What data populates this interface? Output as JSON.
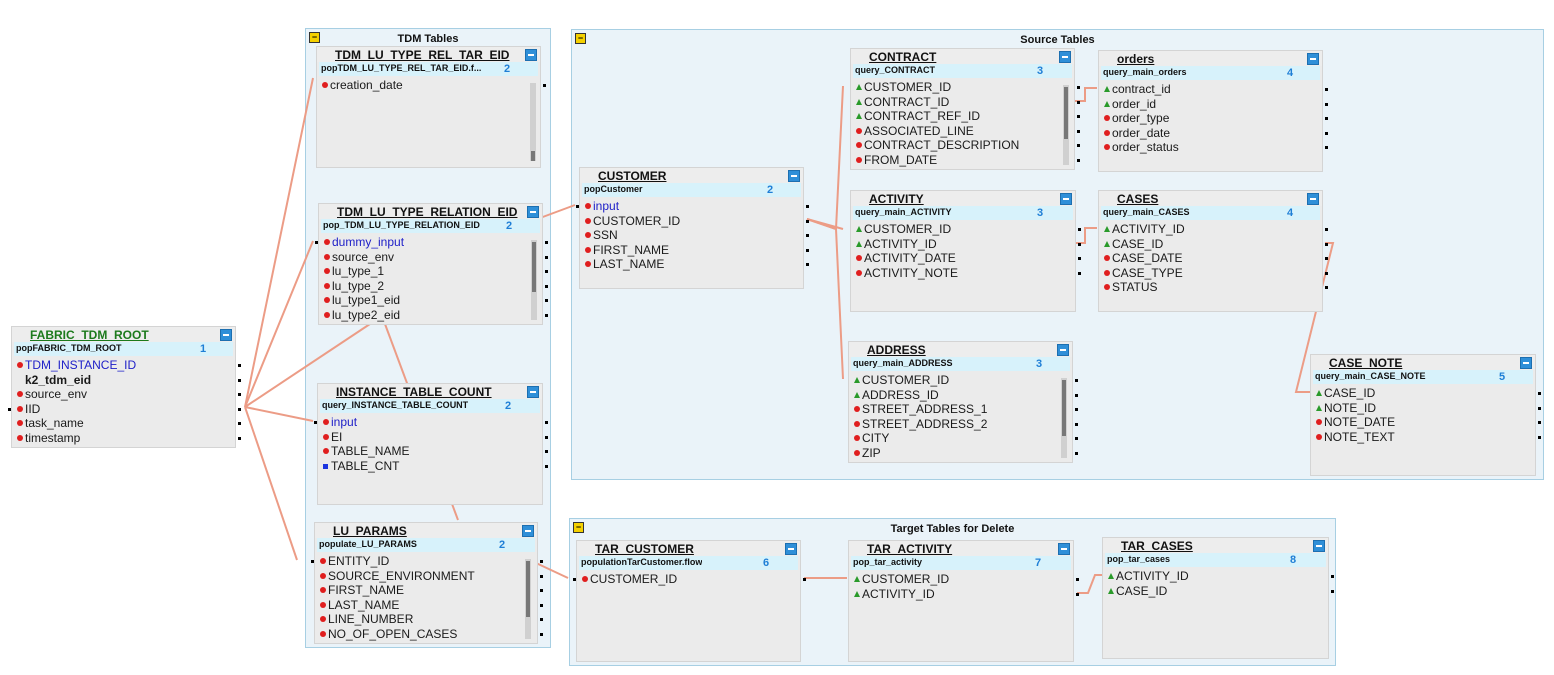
{
  "groups": {
    "tdm_tables": "TDM Tables",
    "source_tables": "Source Tables",
    "target_tables": "Target Tables for Delete"
  },
  "tables": {
    "fabric_tdm_root": {
      "name": "FABRIC_TDM_ROOT",
      "pop": "popFABRIC_TDM_ROOT",
      "num": "1",
      "fields": [
        {
          "label": "TDM_INSTANCE_ID",
          "bullet": "red",
          "style": "blue"
        },
        {
          "label": "k2_tdm_eid",
          "bullet": "none",
          "style": "bold"
        },
        {
          "label": "source_env",
          "bullet": "red"
        },
        {
          "label": "IID",
          "bullet": "red"
        },
        {
          "label": "task_name",
          "bullet": "red"
        },
        {
          "label": "timestamp",
          "bullet": "red"
        }
      ]
    },
    "tdm_lu_type_rel_tar_eid": {
      "name": "TDM_LU_TYPE_REL_TAR_EID",
      "pop": "popTDM_LU_TYPE_REL_TAR_EID.f...",
      "num": "2",
      "fields": [
        {
          "label": "creation_date",
          "bullet": "red"
        }
      ]
    },
    "tdm_lu_type_relation_eid": {
      "name": "TDM_LU_TYPE_RELATION_EID",
      "pop": "pop_TDM_LU_TYPE_RELATION_EID",
      "num": "2",
      "fields": [
        {
          "label": "dummy_input",
          "bullet": "red",
          "style": "blue"
        },
        {
          "label": "source_env",
          "bullet": "red"
        },
        {
          "label": "lu_type_1",
          "bullet": "red"
        },
        {
          "label": "lu_type_2",
          "bullet": "red"
        },
        {
          "label": "lu_type1_eid",
          "bullet": "red"
        },
        {
          "label": "lu_type2_eid",
          "bullet": "red"
        }
      ]
    },
    "instance_table_count": {
      "name": "INSTANCE_TABLE_COUNT",
      "pop": "query_INSTANCE_TABLE_COUNT",
      "num": "2",
      "fields": [
        {
          "label": "input",
          "bullet": "red",
          "style": "blue"
        },
        {
          "label": "EI",
          "bullet": "red"
        },
        {
          "label": "TABLE_NAME",
          "bullet": "red"
        },
        {
          "label": "TABLE_CNT",
          "bullet": "sq"
        }
      ]
    },
    "lu_params": {
      "name": "LU_PARAMS",
      "pop": "populate_LU_PARAMS",
      "num": "2",
      "fields": [
        {
          "label": "ENTITY_ID",
          "bullet": "red"
        },
        {
          "label": "SOURCE_ENVIRONMENT",
          "bullet": "red"
        },
        {
          "label": "FIRST_NAME",
          "bullet": "red"
        },
        {
          "label": "LAST_NAME",
          "bullet": "red"
        },
        {
          "label": "LINE_NUMBER",
          "bullet": "red"
        },
        {
          "label": "NO_OF_OPEN_CASES",
          "bullet": "red"
        }
      ]
    },
    "customer": {
      "name": "CUSTOMER",
      "pop": "popCustomer",
      "num": "2",
      "fields": [
        {
          "label": "input",
          "bullet": "red",
          "style": "blue"
        },
        {
          "label": "CUSTOMER_ID",
          "bullet": "red"
        },
        {
          "label": "SSN",
          "bullet": "red"
        },
        {
          "label": "FIRST_NAME",
          "bullet": "red"
        },
        {
          "label": "LAST_NAME",
          "bullet": "red"
        }
      ]
    },
    "contract": {
      "name": "CONTRACT",
      "pop": "query_CONTRACT",
      "num": "3",
      "fields": [
        {
          "label": "CUSTOMER_ID",
          "bullet": "tri"
        },
        {
          "label": "CONTRACT_ID",
          "bullet": "tri"
        },
        {
          "label": "CONTRACT_REF_ID",
          "bullet": "tri"
        },
        {
          "label": "ASSOCIATED_LINE",
          "bullet": "red"
        },
        {
          "label": "CONTRACT_DESCRIPTION",
          "bullet": "red"
        },
        {
          "label": "FROM_DATE",
          "bullet": "red"
        }
      ]
    },
    "orders": {
      "name": "orders",
      "pop": "query_main_orders",
      "num": "4",
      "fields": [
        {
          "label": "contract_id",
          "bullet": "tri"
        },
        {
          "label": "order_id",
          "bullet": "tri"
        },
        {
          "label": "order_type",
          "bullet": "red"
        },
        {
          "label": "order_date",
          "bullet": "red"
        },
        {
          "label": "order_status",
          "bullet": "red"
        }
      ]
    },
    "activity": {
      "name": "ACTIVITY",
      "pop": "query_main_ACTIVITY",
      "num": "3",
      "fields": [
        {
          "label": "CUSTOMER_ID",
          "bullet": "tri"
        },
        {
          "label": "ACTIVITY_ID",
          "bullet": "tri"
        },
        {
          "label": "ACTIVITY_DATE",
          "bullet": "red"
        },
        {
          "label": "ACTIVITY_NOTE",
          "bullet": "red"
        }
      ]
    },
    "cases": {
      "name": "CASES",
      "pop": "query_main_CASES",
      "num": "4",
      "fields": [
        {
          "label": "ACTIVITY_ID",
          "bullet": "tri"
        },
        {
          "label": "CASE_ID",
          "bullet": "tri"
        },
        {
          "label": "CASE_DATE",
          "bullet": "red"
        },
        {
          "label": "CASE_TYPE",
          "bullet": "red"
        },
        {
          "label": "STATUS",
          "bullet": "red"
        }
      ]
    },
    "address": {
      "name": "ADDRESS",
      "pop": "query_main_ADDRESS",
      "num": "3",
      "fields": [
        {
          "label": "CUSTOMER_ID",
          "bullet": "tri"
        },
        {
          "label": "ADDRESS_ID",
          "bullet": "tri"
        },
        {
          "label": "STREET_ADDRESS_1",
          "bullet": "red"
        },
        {
          "label": "STREET_ADDRESS_2",
          "bullet": "red"
        },
        {
          "label": "CITY",
          "bullet": "red"
        },
        {
          "label": "ZIP",
          "bullet": "red"
        }
      ]
    },
    "case_note": {
      "name": "CASE_NOTE",
      "pop": "query_main_CASE_NOTE",
      "num": "5",
      "fields": [
        {
          "label": "CASE_ID",
          "bullet": "tri"
        },
        {
          "label": "NOTE_ID",
          "bullet": "tri"
        },
        {
          "label": "NOTE_DATE",
          "bullet": "red"
        },
        {
          "label": "NOTE_TEXT",
          "bullet": "red"
        }
      ]
    },
    "tar_customer": {
      "name": "TAR_CUSTOMER",
      "pop": "populationTarCustomer.flow",
      "num": "6",
      "fields": [
        {
          "label": "CUSTOMER_ID",
          "bullet": "red"
        }
      ]
    },
    "tar_activity": {
      "name": "TAR_ACTIVITY",
      "pop": "pop_tar_activity",
      "num": "7",
      "fields": [
        {
          "label": "CUSTOMER_ID",
          "bullet": "tri"
        },
        {
          "label": "ACTIVITY_ID",
          "bullet": "tri"
        }
      ]
    },
    "tar_cases": {
      "name": "TAR_CASES",
      "pop": "pop_tar_cases",
      "num": "8",
      "fields": [
        {
          "label": "ACTIVITY_ID",
          "bullet": "tri"
        },
        {
          "label": "CASE_ID",
          "bullet": "tri"
        }
      ]
    }
  },
  "colors": {
    "link": "#ec9c86",
    "group_bg": "#eaf3f9",
    "table_bg": "#ebebeb",
    "subheader_bg": "#d7f2fb",
    "number": "#1f7fd6"
  }
}
